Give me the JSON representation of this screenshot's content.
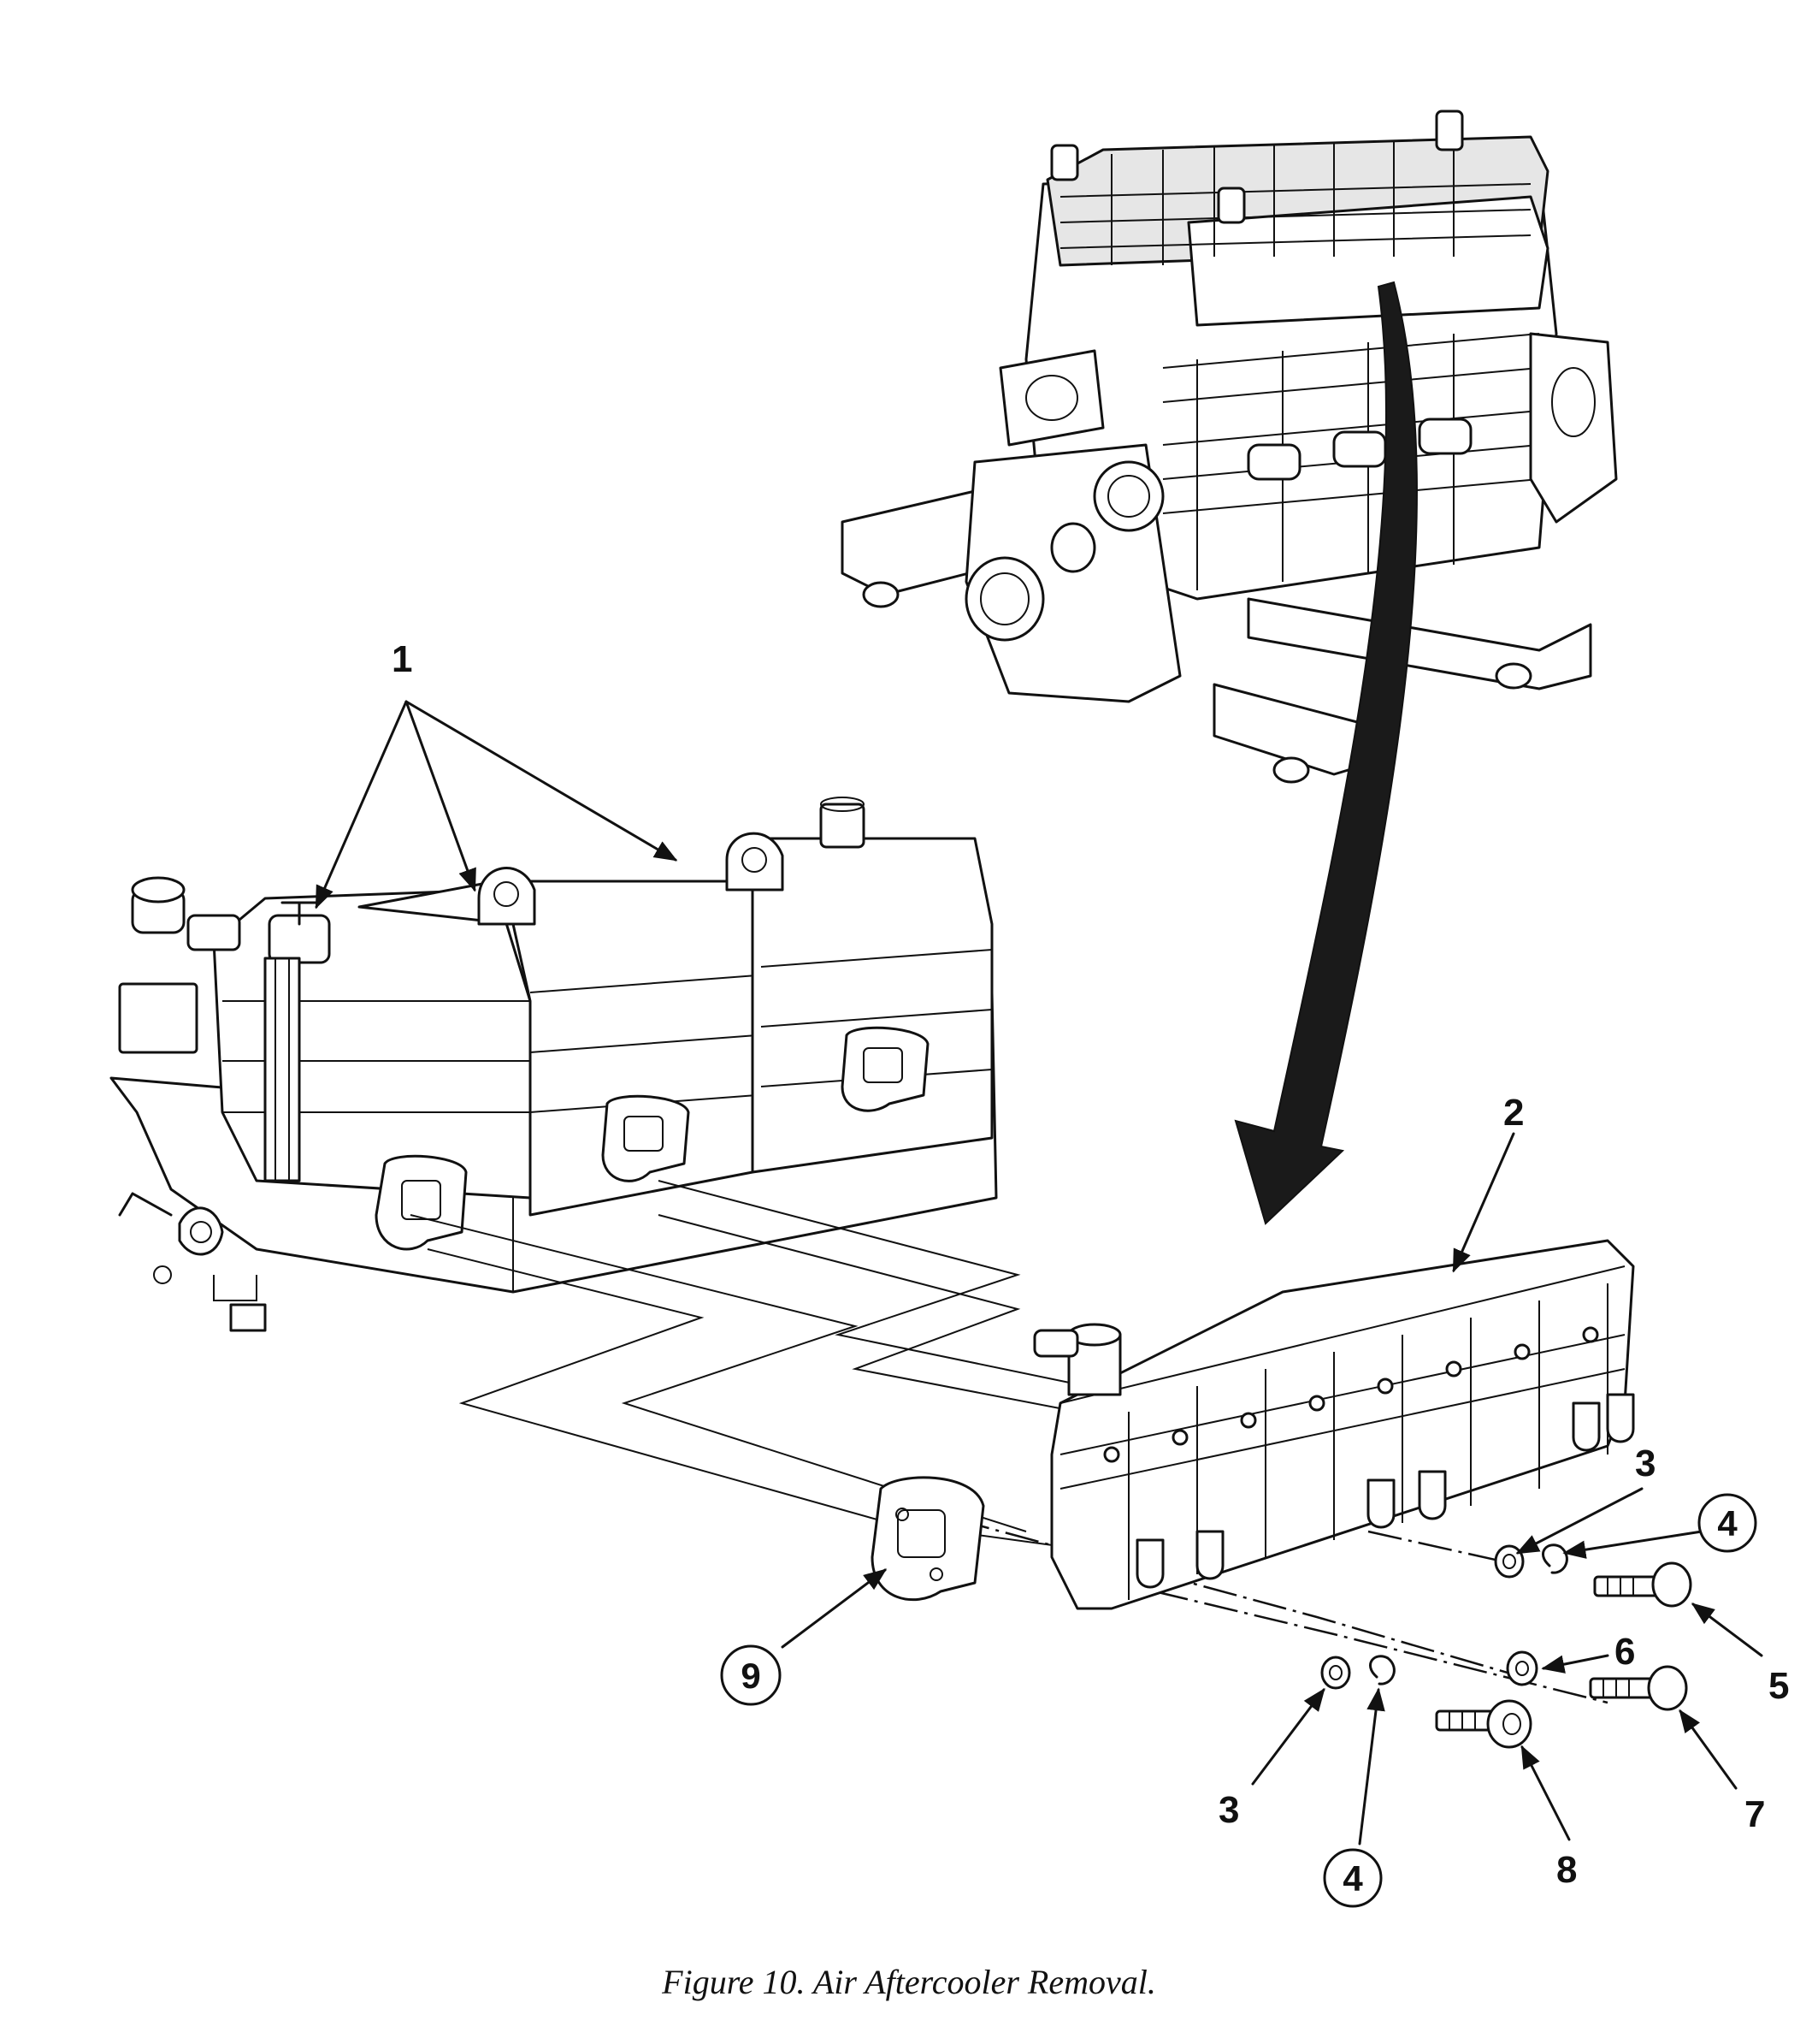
{
  "figure": {
    "caption": "Figure 10.  Air Aftercooler Removal."
  },
  "callouts": {
    "c1": "1",
    "c2": "2",
    "c3a": "3",
    "c3b": "3",
    "c4a": "4",
    "c4b": "4",
    "c5": "5",
    "c6": "6",
    "c7": "7",
    "c8": "8",
    "c9": "9"
  }
}
